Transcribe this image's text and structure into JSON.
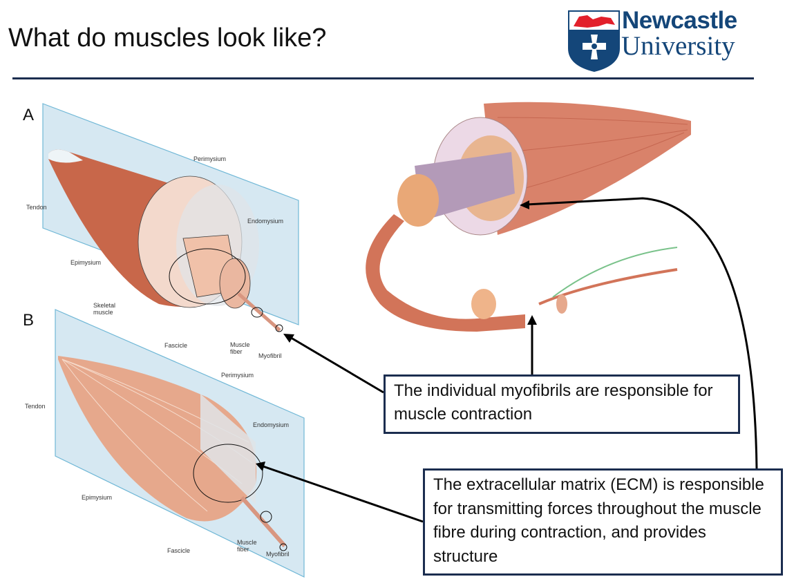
{
  "slide": {
    "title": "What do muscles look like?",
    "logo": {
      "line1": "Newcastle",
      "line2": "University"
    },
    "colors": {
      "navy": "#1b2d4f",
      "brand_blue": "#144679",
      "brand_red": "#e2202b"
    }
  },
  "diagram_a": {
    "letter": "A",
    "labels": {
      "perimysium": "Perimysium",
      "tendon": "Tendon",
      "endomysium": "Endomysium",
      "epimysium": "Epimysium",
      "skeletal_muscle": "Skeletal muscle",
      "fascicle": "Fascicle",
      "muscle_fiber": "Muscle fiber",
      "myofibril": "Myofibril"
    }
  },
  "diagram_b": {
    "letter": "B",
    "labels": {
      "perimysium": "Perimysium",
      "tendon": "Tendon",
      "endomysium": "Endomysium",
      "epimysium": "Epimysium",
      "fascicle": "Fascicle",
      "muscle_fiber": "Muscle fiber",
      "myofibril": "Myofibril"
    }
  },
  "callouts": {
    "myofibrils": "The individual myofibrils are responsible for muscle contraction",
    "ecm": "The extracellular matrix (ECM) is responsible for transmitting forces throughout the muscle fibre during contraction, and provides structure"
  }
}
